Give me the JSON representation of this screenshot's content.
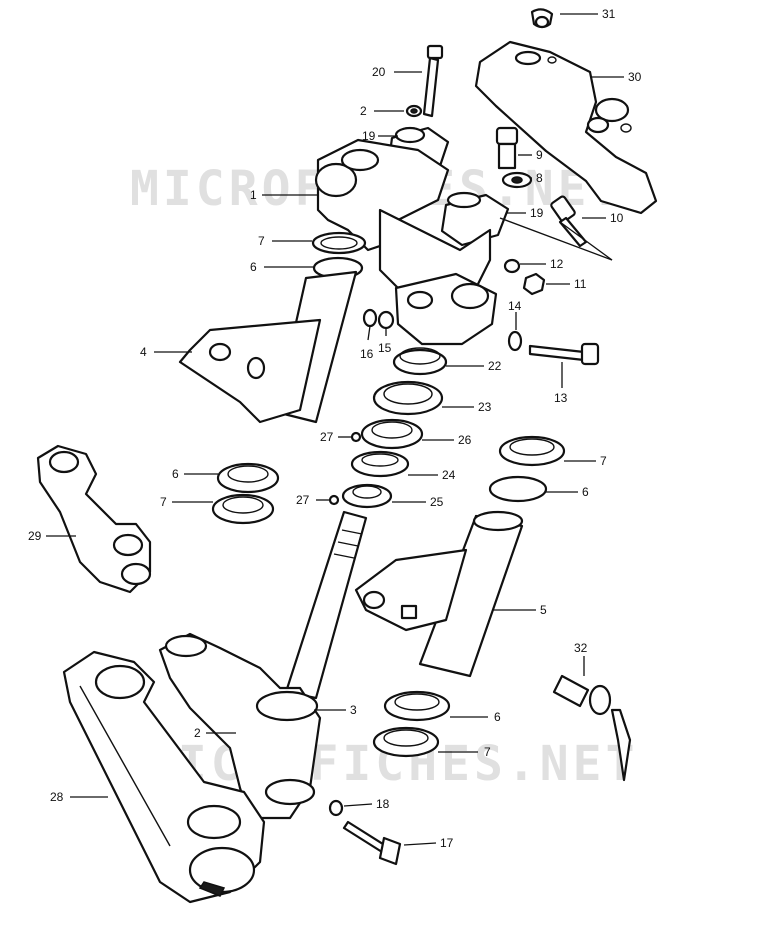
{
  "watermark": "MICROFICHES.NET",
  "callouts": [
    {
      "id": "31",
      "label": "31"
    },
    {
      "id": "30",
      "label": "30"
    },
    {
      "id": "20",
      "label": "20"
    },
    {
      "id": "2a",
      "label": "2"
    },
    {
      "id": "19a",
      "label": "19"
    },
    {
      "id": "9",
      "label": "9"
    },
    {
      "id": "8",
      "label": "8"
    },
    {
      "id": "1",
      "label": "1"
    },
    {
      "id": "19b",
      "label": "19"
    },
    {
      "id": "10",
      "label": "10"
    },
    {
      "id": "7a",
      "label": "7"
    },
    {
      "id": "6a",
      "label": "6"
    },
    {
      "id": "12",
      "label": "12"
    },
    {
      "id": "11",
      "label": "11"
    },
    {
      "id": "14",
      "label": "14"
    },
    {
      "id": "4",
      "label": "4"
    },
    {
      "id": "16",
      "label": "16"
    },
    {
      "id": "15",
      "label": "15"
    },
    {
      "id": "13",
      "label": "13"
    },
    {
      "id": "22",
      "label": "22"
    },
    {
      "id": "23",
      "label": "23"
    },
    {
      "id": "27a",
      "label": "27"
    },
    {
      "id": "26",
      "label": "26"
    },
    {
      "id": "6b",
      "label": "6"
    },
    {
      "id": "7b",
      "label": "7"
    },
    {
      "id": "7c",
      "label": "7"
    },
    {
      "id": "6c",
      "label": "6"
    },
    {
      "id": "24",
      "label": "24"
    },
    {
      "id": "27b",
      "label": "27"
    },
    {
      "id": "25",
      "label": "25"
    },
    {
      "id": "29",
      "label": "29"
    },
    {
      "id": "5",
      "label": "5"
    },
    {
      "id": "32",
      "label": "32"
    },
    {
      "id": "3",
      "label": "3"
    },
    {
      "id": "2b",
      "label": "2"
    },
    {
      "id": "6d",
      "label": "6"
    },
    {
      "id": "7d",
      "label": "7"
    },
    {
      "id": "28",
      "label": "28"
    },
    {
      "id": "18",
      "label": "18"
    },
    {
      "id": "17",
      "label": "17"
    }
  ]
}
